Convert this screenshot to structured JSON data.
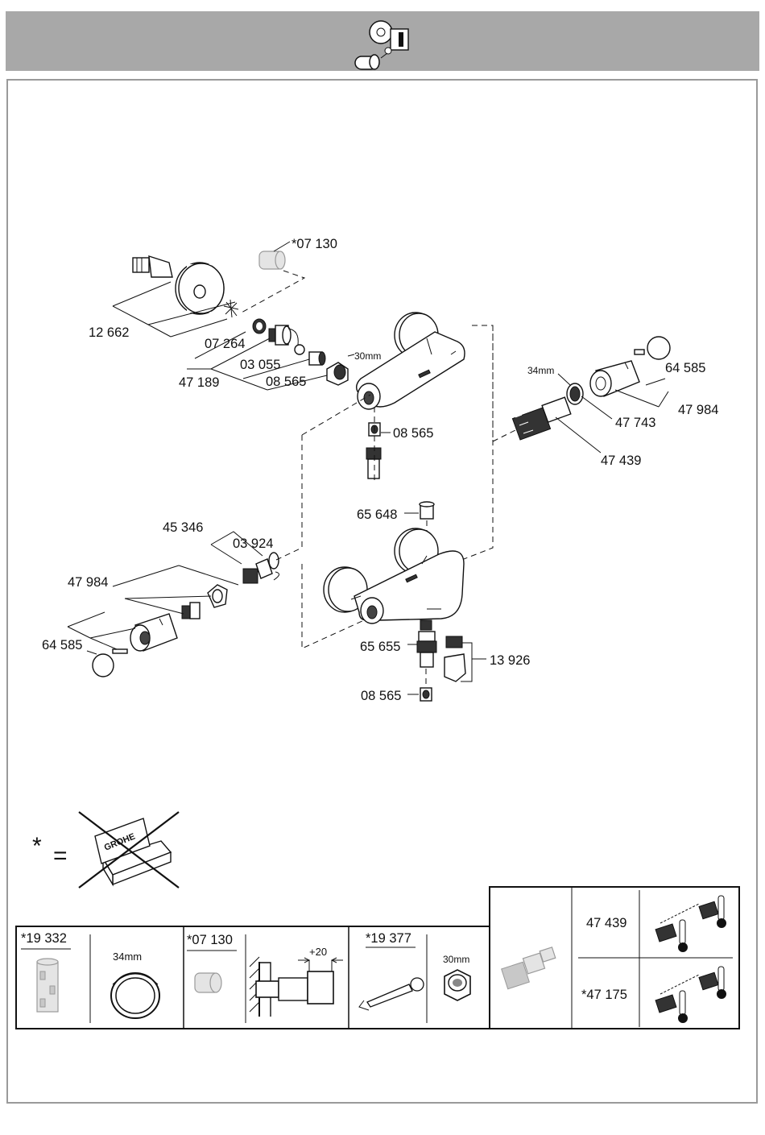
{
  "parts": {
    "p12662": "12 662",
    "p07130_opt": "*07 130",
    "p07264": "07 264",
    "p03055": "03 055",
    "p47189": "47 189",
    "p08565_a": "08 565",
    "p30mm": "30mm",
    "p08565_b": "08 565",
    "p34mm": "34mm",
    "p64585_r": "64 585",
    "p47984_r": "47 984",
    "p47743": "47 743",
    "p47439": "47 439",
    "p65648": "65 648",
    "p45346": "45 346",
    "p03924": "03 924",
    "p47984_l": "47 984",
    "p64585_l": "64 585",
    "p65655": "65 655",
    "p13926": "13 926",
    "p08565_c": "08 565"
  },
  "legend": {
    "asterisk": "*",
    "equals": "=",
    "packaging_brand": "GROHE"
  },
  "table": {
    "c1_code": "*19 332",
    "c1_size": "34mm",
    "c2_code": "*07 130",
    "c2_dim": "+20",
    "c3_code": "*19 377",
    "c3_size": "30mm",
    "c4_code_a": "47 439",
    "c4_code_b": "*47 175"
  },
  "icons": [
    "thermostat-handle-icon",
    "cartridge-icon",
    "thermometer-icon",
    "wrench-icon",
    "nut-icon",
    "packaging-icon"
  ]
}
